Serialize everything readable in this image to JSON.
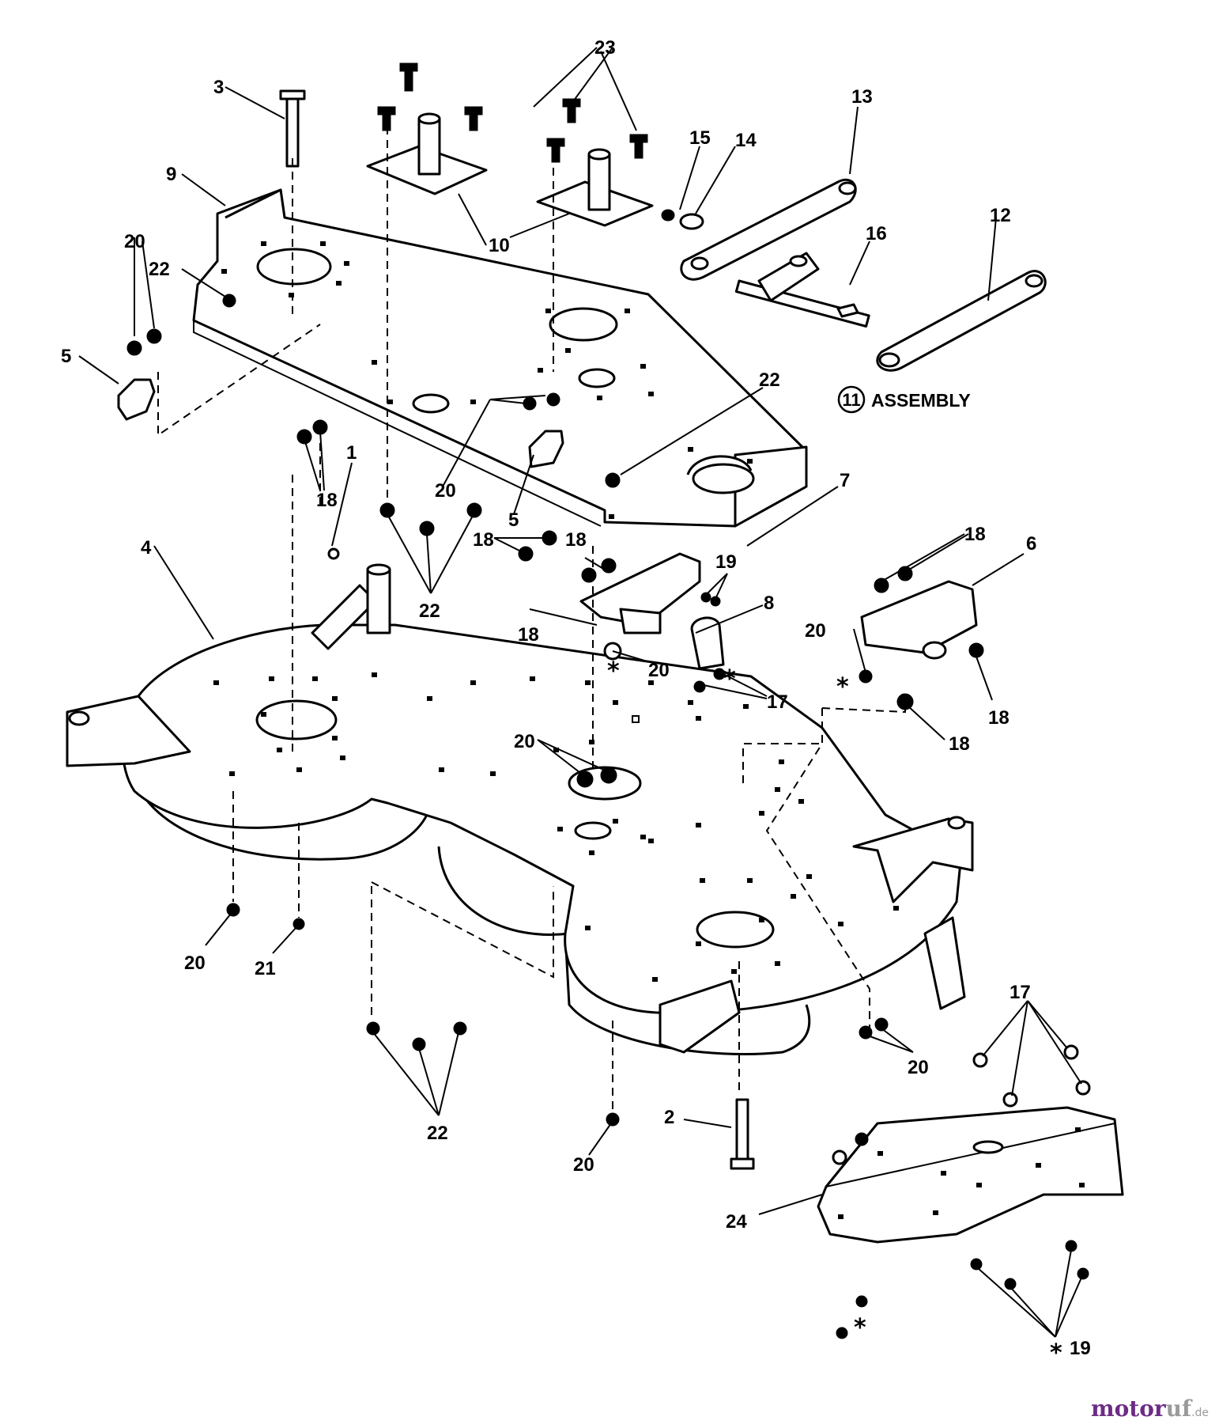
{
  "callouts": {
    "c1": "1",
    "c2": "2",
    "c3": "3",
    "c4": "4",
    "c5a": "5",
    "c5b": "5",
    "c6": "6",
    "c7": "7",
    "c8": "8",
    "c9": "9",
    "c10": "10",
    "c12": "12",
    "c13": "13",
    "c14": "14",
    "c15": "15",
    "c16": "16",
    "c17a": "17",
    "c17b": "17",
    "c18a": "18",
    "c18b": "18",
    "c18c": "18",
    "c18d": "18",
    "c18e": "18",
    "c18f": "18",
    "c18g": "18",
    "c19a": "19",
    "c19b": "19",
    "c20a": "20",
    "c20b": "20",
    "c20c": "20",
    "c20d": "20",
    "c20e": "20",
    "c20f": "20",
    "c20g": "20",
    "c20h": "20",
    "c21": "21",
    "c22a": "22",
    "c22b": "22",
    "c22c": "22",
    "c22d": "22",
    "c23": "23",
    "c24": "24"
  },
  "assembly": {
    "number": "11",
    "label": "ASSEMBLY"
  },
  "asterisk": "*",
  "watermark": {
    "brand_a": "motor",
    "brand_b": "uf",
    "suffix": ".de"
  }
}
